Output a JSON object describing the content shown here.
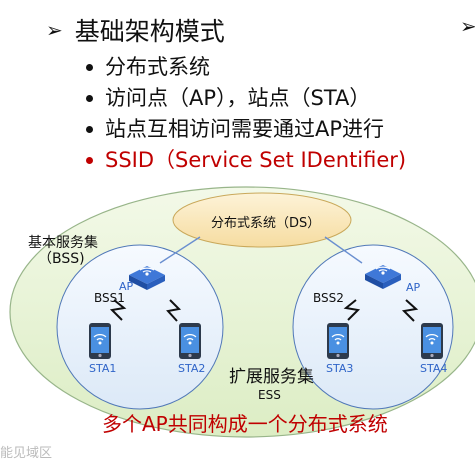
{
  "heading": {
    "marker": "➢",
    "title": "基础架构模式"
  },
  "corner_marker": "➢",
  "bullets": [
    {
      "text": "分布式系统"
    },
    {
      "text": "访问点（AP），站点（STA）"
    },
    {
      "text": "站点互相访问需要通过AP进行"
    },
    {
      "text": "SSID（Service Set IDentifier)"
    }
  ],
  "diagram": {
    "ds_label": "分布式系统（DS）",
    "bss_label_line1": "基本服务集",
    "bss_label_line2": "（BSS)",
    "bss1": "BSS1",
    "bss2": "BSS2",
    "ap1": "AP",
    "ap2": "AP",
    "stations": [
      "STA1",
      "STA2",
      "STA3",
      "STA4"
    ],
    "ess_title": "扩展服务集",
    "ess": "ESS"
  },
  "caption": "多个AP共同构成一个分布式系统",
  "faint_text": "能见域区",
  "colors": {
    "ess_fill": "#e8f3d6",
    "ess_stroke": "#98b58a",
    "ds_fill": "#fbe9bf",
    "ds_stroke": "#c9a85a",
    "bss_fill": "#eaf2fb",
    "bss_stroke": "#5078b8",
    "accent_red": "#c00000",
    "icon_blue": "#2f64c8"
  }
}
